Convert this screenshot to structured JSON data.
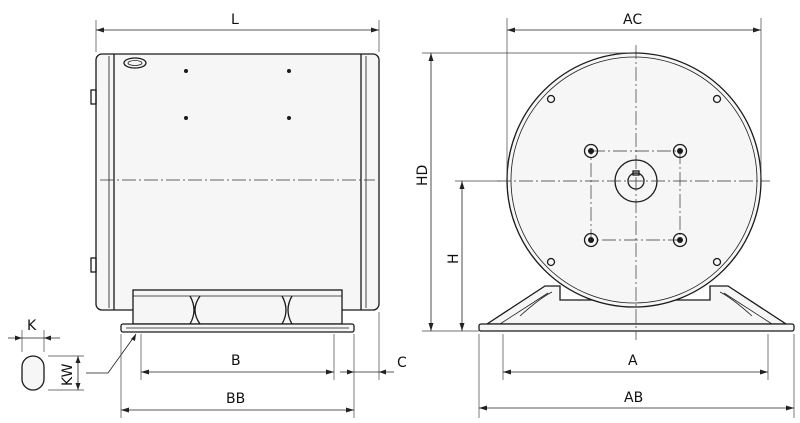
{
  "labels": {
    "L": "L",
    "AC": "AC",
    "HD": "HD",
    "H": "H",
    "B": "B",
    "C": "C",
    "BB": "BB",
    "A": "A",
    "AB": "AB",
    "K": "K",
    "KW": "KW"
  }
}
